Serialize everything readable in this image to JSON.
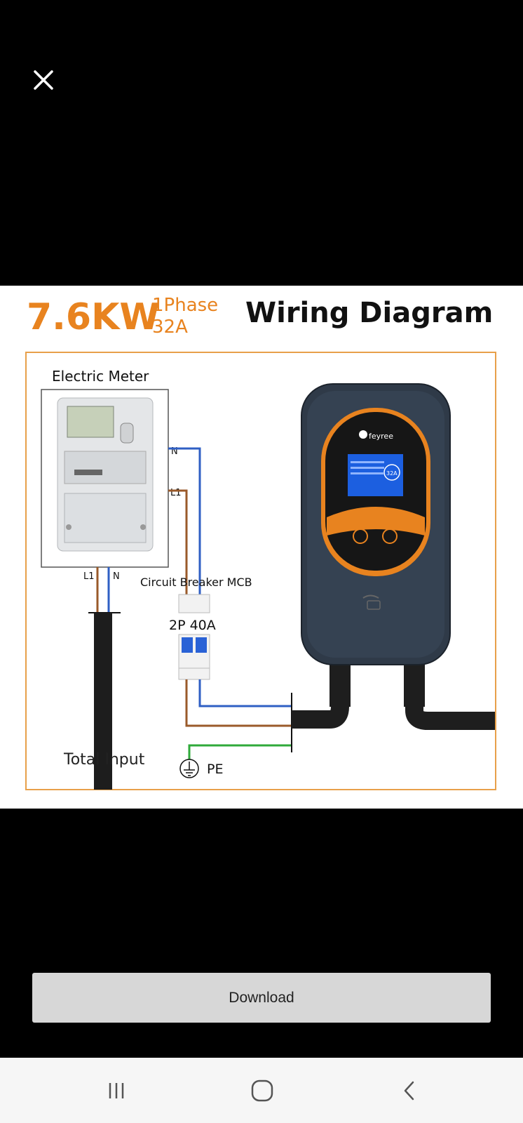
{
  "viewer": {
    "close_icon": "close-icon"
  },
  "image": {
    "power": "7.6KW",
    "phase": "1Phase",
    "current": "32A",
    "title": "Wiring Diagram",
    "meter_label": "Electric Meter",
    "wire_n_top": "N",
    "wire_l1_top": "L1",
    "wire_l1_bottom": "L1",
    "wire_n_bottom": "N",
    "breaker_label": "Circuit Breaker MCB",
    "breaker_rating": "2P 40A",
    "total_input": "Total Input",
    "pe_label": "PE",
    "brand": "feyree",
    "screen_value": "32A",
    "accent_color": "#e8831f",
    "wire_colors": {
      "neutral": "#2f5fc4",
      "live": "#9a5a2a",
      "earth": "#2faa3a"
    }
  },
  "actions": {
    "download_label": "Download"
  },
  "navbar": {
    "recent_icon": "recent-apps-icon",
    "home_icon": "home-icon",
    "back_icon": "back-icon"
  }
}
